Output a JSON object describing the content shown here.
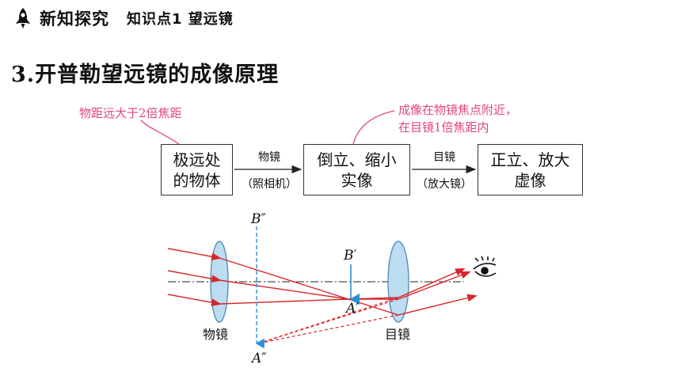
{
  "header": {
    "section": "新知探究",
    "topic": "知识点1  望远镜"
  },
  "page_title": "3.开普勒望远镜的成像原理",
  "notes": {
    "object_note": "物距远大于2倍焦距",
    "image_note": "成像在物镜焦点附近，\n在目镜1倍焦距内"
  },
  "flow": {
    "object_box": "极远处\n的物体",
    "objective_label": "物镜",
    "objective_sub": "（照相机）",
    "real_image_box": "倒立、缩小\n实像",
    "eyepiece_label": "目镜",
    "eyepiece_sub": "（放大镜）",
    "virtual_image_box": "正立、放大\n虚像"
  },
  "diagram": {
    "objective_lens_label": "物镜",
    "eyepiece_lens_label": "目镜",
    "point_B_double_prime": "B″",
    "point_A_double_prime": "A″",
    "point_B_prime": "B′",
    "point_A_prime": "A′",
    "colors": {
      "ray": "#d7262b",
      "lens_fill": "#bcdcf2",
      "lens_stroke": "#5a8fba",
      "image_arrow": "#2a8fd9",
      "note": "#e3447f"
    }
  }
}
